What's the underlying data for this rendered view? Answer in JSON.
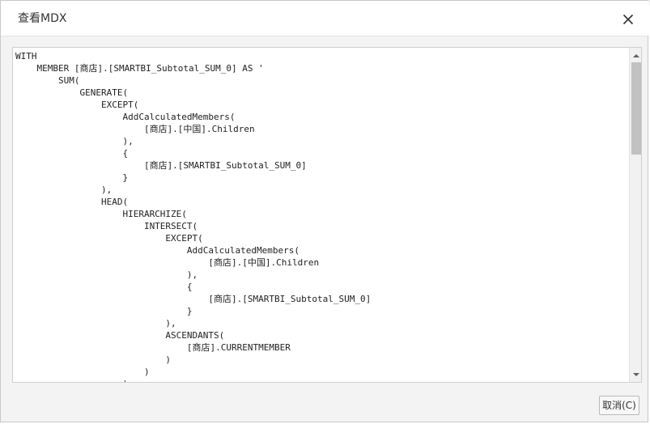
{
  "dialog": {
    "title": "查看MDX",
    "close_icon": "close-icon"
  },
  "editor": {
    "code_lines": [
      "WITH",
      "    MEMBER [商店].[SMARTBI_Subtotal_SUM_0] AS '",
      "        SUM(",
      "            GENERATE(",
      "                EXCEPT(",
      "                    AddCalculatedMembers(",
      "                        [商店].[中国].Children",
      "                    ),",
      "                    {",
      "                        [商店].[SMARTBI_Subtotal_SUM_0]",
      "                    }",
      "                ),",
      "                HEAD(",
      "                    HIERARCHIZE(",
      "                        INTERSECT(",
      "                            EXCEPT(",
      "                                AddCalculatedMembers(",
      "                                    [商店].[中国].Children",
      "                                ),",
      "                                {",
      "                                    [商店].[SMARTBI_Subtotal_SUM_0]",
      "                                }",
      "                            ),",
      "                            ASCENDANTS(",
      "                                [商店].CURRENTMEMBER",
      "                            )",
      "                        )",
      "                    ),"
    ],
    "scroll_position": 0.0
  },
  "footer": {
    "cancel_label": "取消(C)"
  }
}
